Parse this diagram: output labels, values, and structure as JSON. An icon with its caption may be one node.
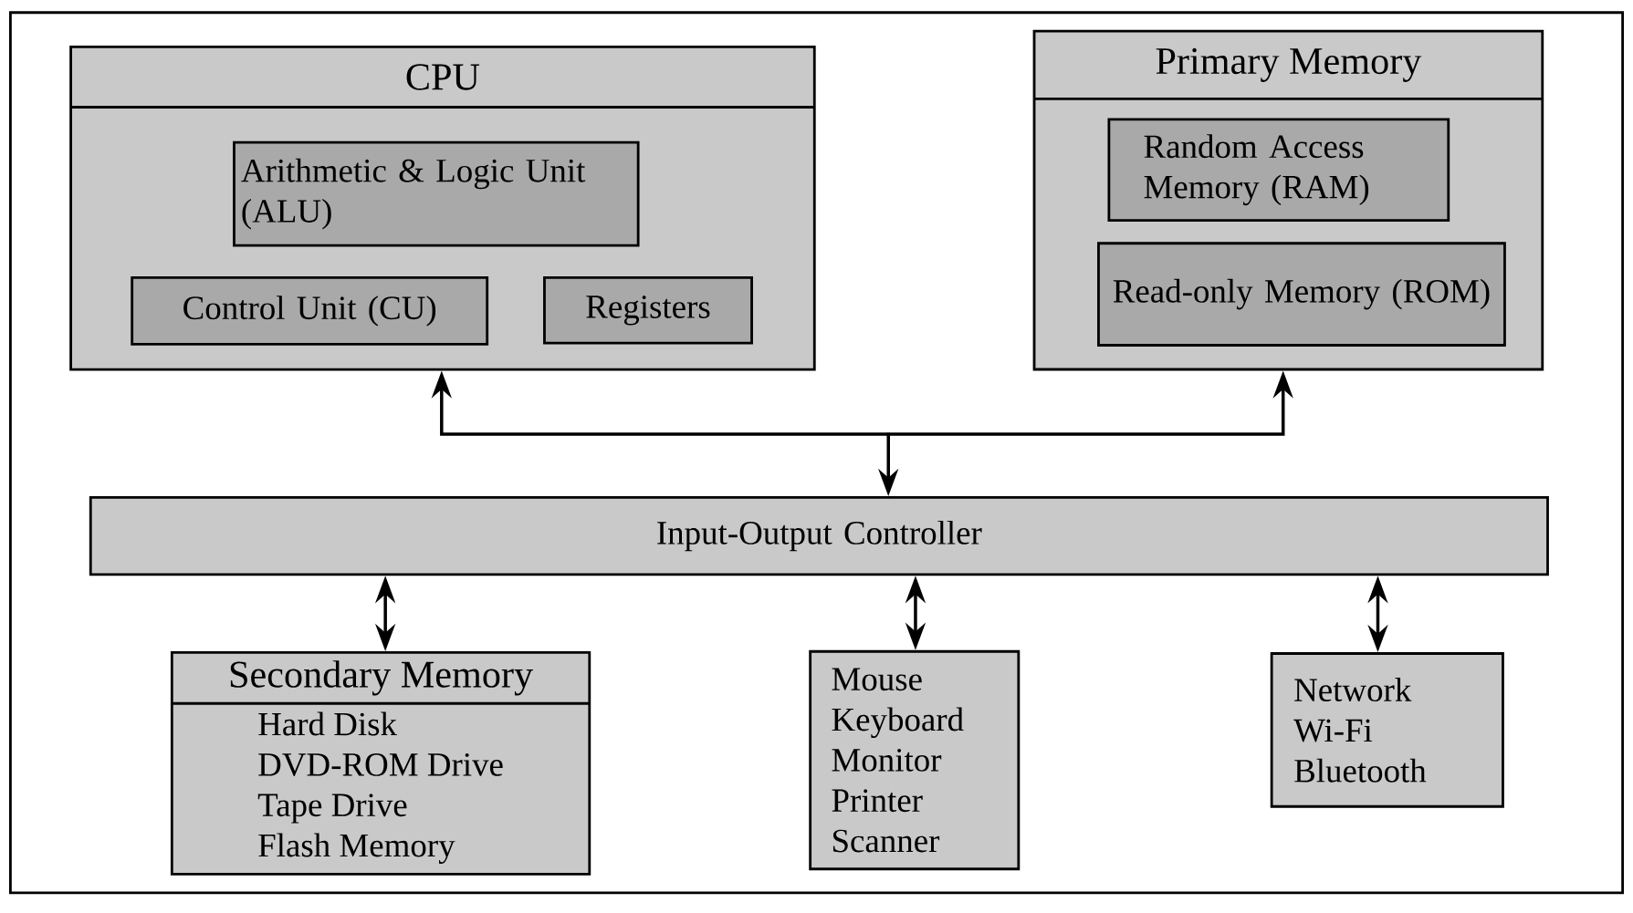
{
  "diagram": {
    "nodes": [
      {
        "text": [
          "CPU"
        ]
      },
      {
        "text": [
          "Arithmetic & Logic Unit (ALU)"
        ],
        "in": 0
      },
      {
        "text": [
          "Control Unit (CU)"
        ],
        "in": 0
      },
      {
        "text": [
          "Registers"
        ],
        "in": 0
      },
      {
        "text": [
          "Primary Memory"
        ]
      },
      {
        "text": [
          "Random Access Memory (RAM)"
        ],
        "in": 4
      },
      {
        "text": [
          "Read-only Memory (ROM)"
        ],
        "in": 4
      },
      {
        "text": [
          "Input-Output Controller"
        ]
      },
      {
        "text": [
          "Secondary Memory",
          "Hard Disk",
          "DVD-ROM Drive",
          "Tape Drive",
          "Flash Memory"
        ]
      },
      {
        "text": [
          "Mouse",
          "Keyboard",
          "Monitor",
          "Printer",
          "Scanner"
        ]
      },
      {
        "text": [
          "Network",
          "Wi-Fi",
          "Bluetooth"
        ]
      }
    ],
    "edges": [
      {
        "from": 0,
        "to": 7,
        "arrow": "both"
      },
      {
        "from": 4,
        "to": 7,
        "arrow": "both"
      },
      {
        "from": 8,
        "to": 7,
        "arrow": "both"
      },
      {
        "from": 9,
        "to": 7,
        "arrow": "both"
      },
      {
        "from": 10,
        "to": 7,
        "arrow": "both"
      }
    ]
  }
}
